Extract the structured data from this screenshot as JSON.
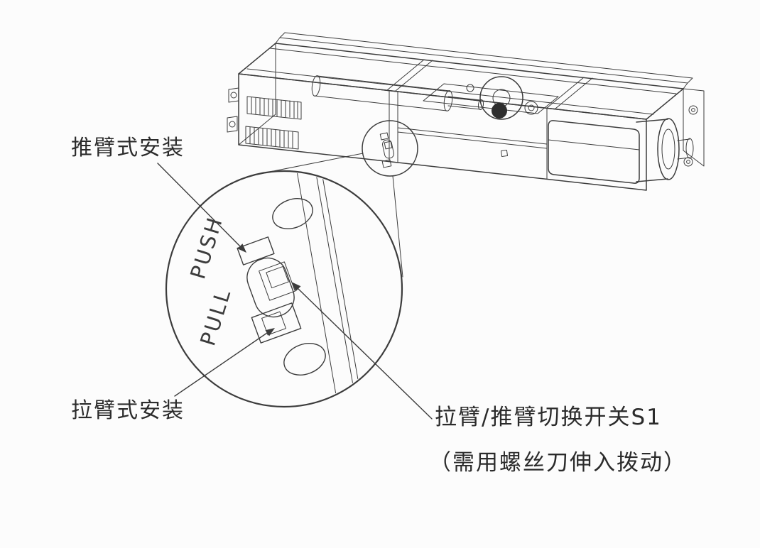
{
  "labels": {
    "push_install": "推臂式安装",
    "pull_install": "拉臂式安装",
    "switch_name": "拉臂/推臂切换开关S1",
    "switch_note": "（需用螺丝刀伸入拨动）"
  },
  "detail": {
    "push": "PUSH",
    "pull": "PULL"
  },
  "colors": {
    "line": "#3c3c3c",
    "text": "#2b2b2b",
    "background": "#fcfcfc",
    "solid_part": "#2e2e2e"
  }
}
